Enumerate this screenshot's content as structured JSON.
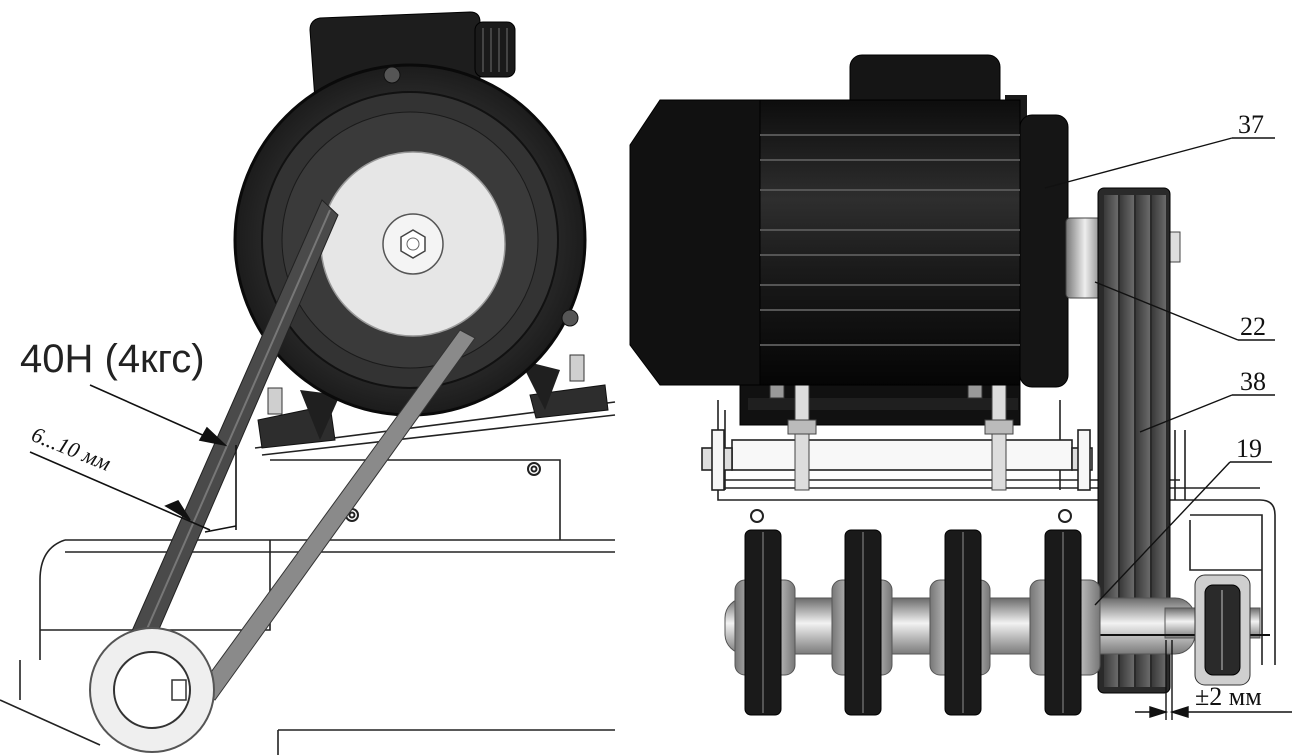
{
  "annotations": {
    "force": "40Н (4кгс)",
    "deflection": "6...10 мм",
    "alignment": "±2 мм",
    "callouts": [
      "37",
      "22",
      "38",
      "19"
    ]
  }
}
